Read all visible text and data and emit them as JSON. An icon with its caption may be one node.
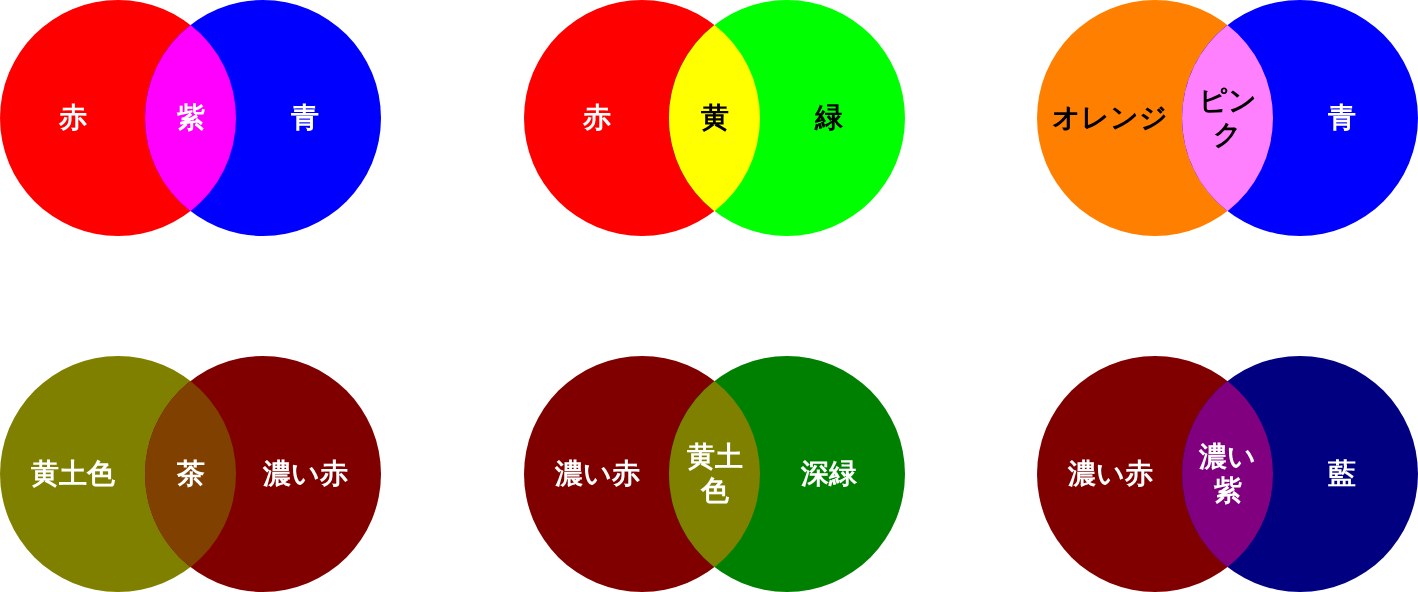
{
  "diagram": {
    "nodes": [
      {
        "text": [
          "赤"
        ]
      },
      {
        "text": [
          "紫"
        ]
      },
      {
        "text": [
          "青"
        ]
      },
      {
        "text": [
          "赤"
        ]
      },
      {
        "text": [
          "黄"
        ]
      },
      {
        "text": [
          "緑"
        ]
      },
      {
        "text": [
          "オレンジ"
        ]
      },
      {
        "text": [
          "ピンク"
        ]
      },
      {
        "text": [
          "青"
        ]
      },
      {
        "text": [
          "黄土色"
        ]
      },
      {
        "text": [
          "茶"
        ]
      },
      {
        "text": [
          "濃い赤"
        ]
      },
      {
        "text": [
          "濃い赤"
        ]
      },
      {
        "text": [
          "黄土色"
        ]
      },
      {
        "text": [
          "深緑"
        ]
      },
      {
        "text": [
          "濃い赤"
        ]
      },
      {
        "text": [
          "濃い紫"
        ]
      },
      {
        "text": [
          "藍"
        ]
      }
    ]
  }
}
